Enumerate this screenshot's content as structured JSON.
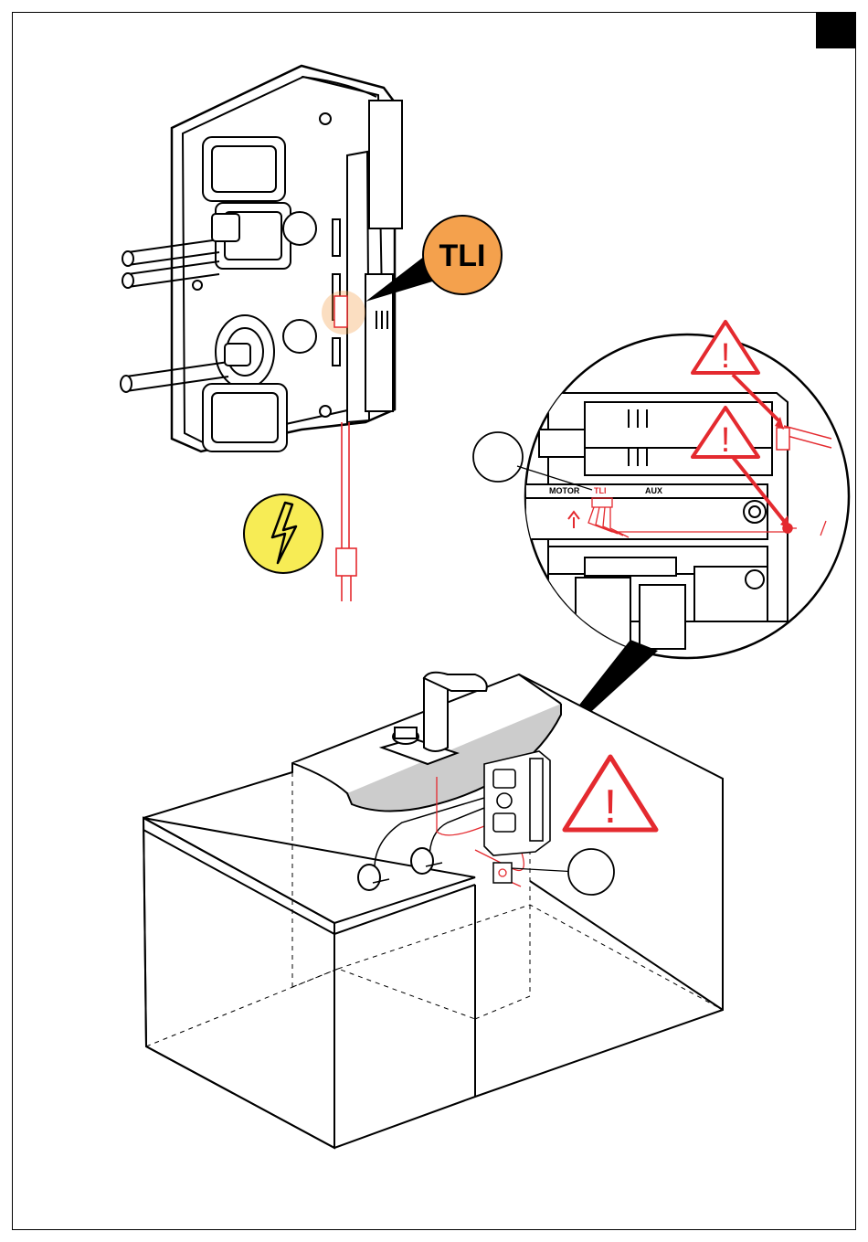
{
  "labels": {
    "tli_badge": "TLI",
    "board_motor": "MOTOR",
    "board_tli": "TLI",
    "board_aux": "AUX",
    "warning_glyph": "!"
  },
  "icons": {
    "electric": "lightning-bolt",
    "warning": "warning-triangle",
    "callout": "empty-callout-circle"
  },
  "colors": {
    "tli_orange": "#f4a14d",
    "electric_yellow": "#f7ec55",
    "warning_red": "#e42a2f",
    "line": "#000000"
  }
}
